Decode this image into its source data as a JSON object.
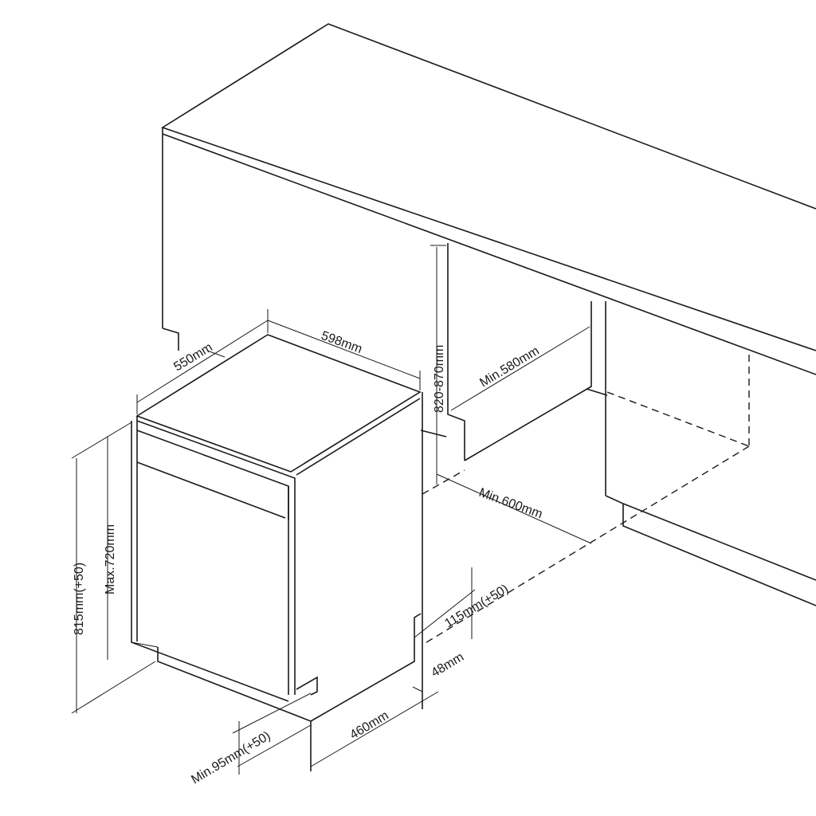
{
  "dimensions": {
    "width": "598mm",
    "depth": "550mm",
    "niche_height": "820-870mm",
    "niche_depth": "Min.580mm",
    "niche_width": "Min.600mm",
    "total_height": "815mm(+50)",
    "door_height": "Max.720mm",
    "plinth_height": "115mm(+50)",
    "plinth_offset": "48mm",
    "base_depth": "460mm",
    "min_plinth": "Min.95mm(+50)"
  }
}
